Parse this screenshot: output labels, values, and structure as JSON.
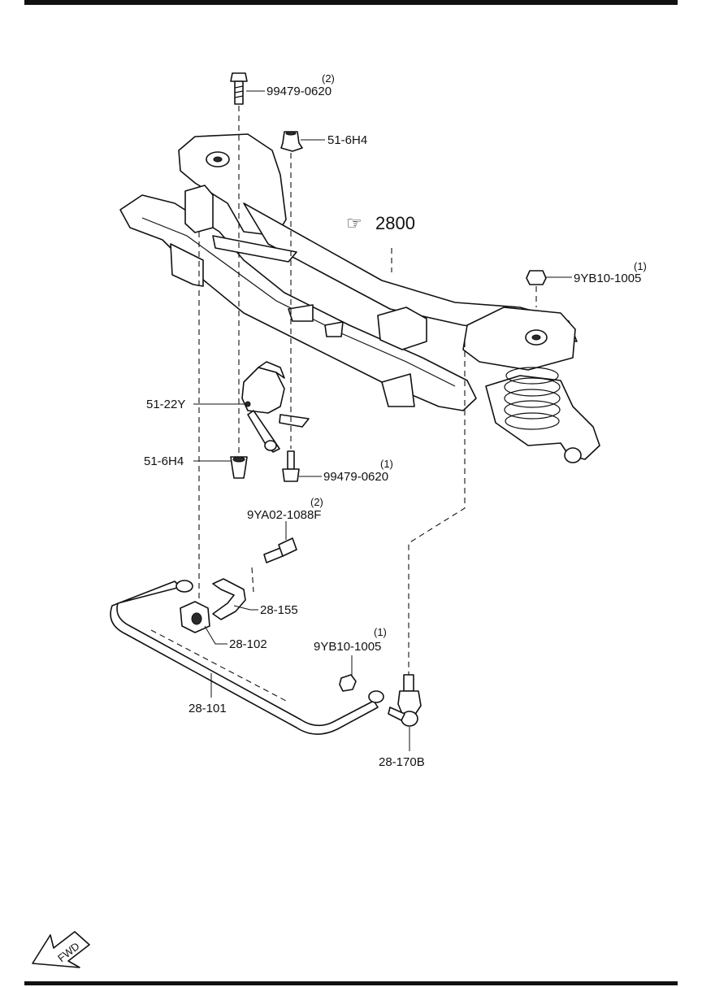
{
  "reference": {
    "symbol": "☞",
    "number": "2800"
  },
  "labels": {
    "bolt_top": {
      "part": "99479-0620",
      "qty": "(2)"
    },
    "bushing_top": {
      "part": "51-6H4"
    },
    "nut_right": {
      "part": "9YB10-1005",
      "qty": "(1)"
    },
    "sensor": {
      "part": "51-22Y"
    },
    "bushing_lower": {
      "part": "51-6H4"
    },
    "bolt_lower": {
      "part": "99479-0620",
      "qty": "(1)"
    },
    "bracket_bolt": {
      "part": "9YA02-1088F",
      "qty": "(2)"
    },
    "bracket": {
      "part": "28-155"
    },
    "stab_bushing": {
      "part": "28-102"
    },
    "nut_link": {
      "part": "9YB10-1005",
      "qty": "(1)"
    },
    "stabilizer": {
      "part": "28-101"
    },
    "link": {
      "part": "28-170B"
    }
  },
  "fwd": {
    "text": "FWD"
  }
}
